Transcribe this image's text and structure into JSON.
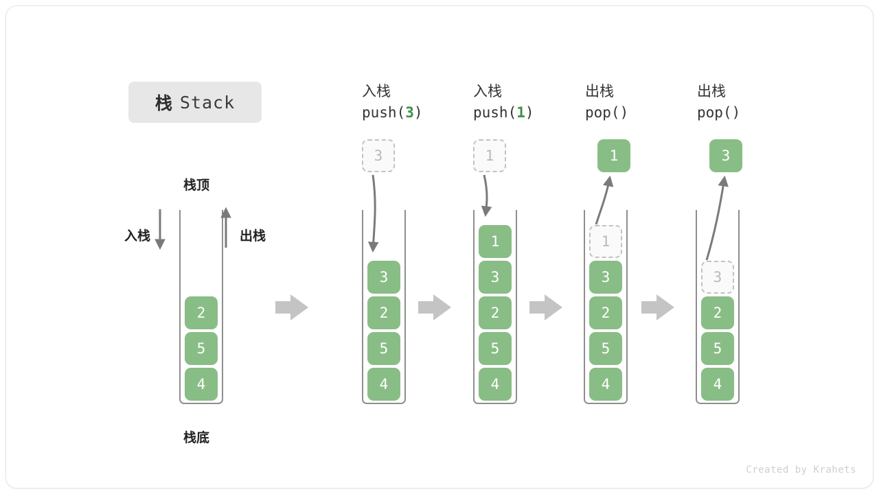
{
  "card": {
    "title_cn": "栈",
    "title_en": "Stack",
    "credit": "Created by Krahets"
  },
  "legend": {
    "top_label": "栈顶",
    "bottom_label": "栈底",
    "push_label": "入栈",
    "pop_label": "出栈",
    "push_arrow_icon": "arrow-down-icon",
    "pop_arrow_icon": "arrow-up-icon"
  },
  "flow_arrow_icon": "block-arrow-right-icon",
  "colors": {
    "cell_fill": "#89bd86",
    "cell_text": "#ffffff",
    "ghost_border": "#c2c2c2",
    "ghost_text": "#b9b9b9",
    "arrow_gray": "#7a7a7a",
    "flow_arrow": "#c4c4c4",
    "badge_bg": "#e7e7e7",
    "accent_green": "#3f9142"
  },
  "columns": [
    {
      "id": "initial",
      "op_cn": "",
      "op_code": "",
      "op_arg": "",
      "floating": null,
      "cells": [
        "2",
        "5",
        "4"
      ],
      "ghost_index": -1
    },
    {
      "id": "push-3",
      "op_cn": "入栈",
      "op_code_prefix": "push(",
      "op_arg": "3",
      "op_code_suffix": ")",
      "floating": {
        "value": "3",
        "style": "ghost",
        "position": "above"
      },
      "cells": [
        "3",
        "2",
        "5",
        "4"
      ],
      "ghost_index": -1
    },
    {
      "id": "push-1",
      "op_cn": "入栈",
      "op_code_prefix": "push(",
      "op_arg": "1",
      "op_code_suffix": ")",
      "floating": {
        "value": "1",
        "style": "ghost",
        "position": "above"
      },
      "cells": [
        "1",
        "3",
        "2",
        "5",
        "4"
      ],
      "ghost_index": -1
    },
    {
      "id": "pop-1",
      "op_cn": "出栈",
      "op_code_prefix": "pop(",
      "op_arg": "",
      "op_code_suffix": ")",
      "floating": {
        "value": "1",
        "style": "filled",
        "position": "above"
      },
      "cells": [
        "1",
        "3",
        "2",
        "5",
        "4"
      ],
      "ghost_index": 0
    },
    {
      "id": "pop-3",
      "op_cn": "出栈",
      "op_code_prefix": "pop(",
      "op_arg": "",
      "op_code_suffix": ")",
      "floating": {
        "value": "3",
        "style": "filled",
        "position": "above"
      },
      "cells": [
        "",
        "3",
        "2",
        "5",
        "4"
      ],
      "ghost_index": 1,
      "visible_cells": [
        "3",
        "2",
        "5",
        "4"
      ]
    }
  ]
}
